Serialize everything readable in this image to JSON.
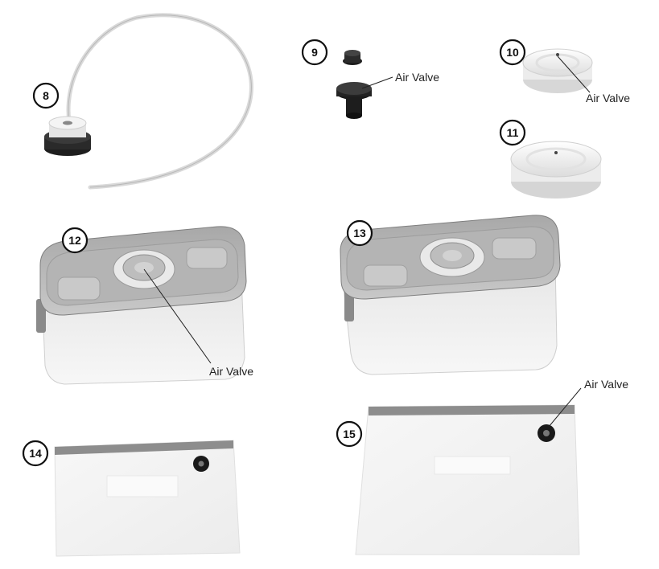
{
  "parts": [
    {
      "number": "8",
      "name": "hose-adapter"
    },
    {
      "number": "9",
      "name": "air-valve-plugs",
      "callout": "Air Valve"
    },
    {
      "number": "10",
      "name": "small-lid-cap",
      "callout": "Air Valve"
    },
    {
      "number": "11",
      "name": "large-lid-cap"
    },
    {
      "number": "12",
      "name": "container-small",
      "callout": "Air Valve"
    },
    {
      "number": "13",
      "name": "container-large"
    },
    {
      "number": "14",
      "name": "bag-small"
    },
    {
      "number": "15",
      "name": "bag-large",
      "callout": "Air Valve"
    }
  ],
  "colors": {
    "badge_stroke": "#111111",
    "lid_grey": "#8c8c8c",
    "valve_dark": "#1c1c1c",
    "bag_fill": "#f2f2f2"
  }
}
